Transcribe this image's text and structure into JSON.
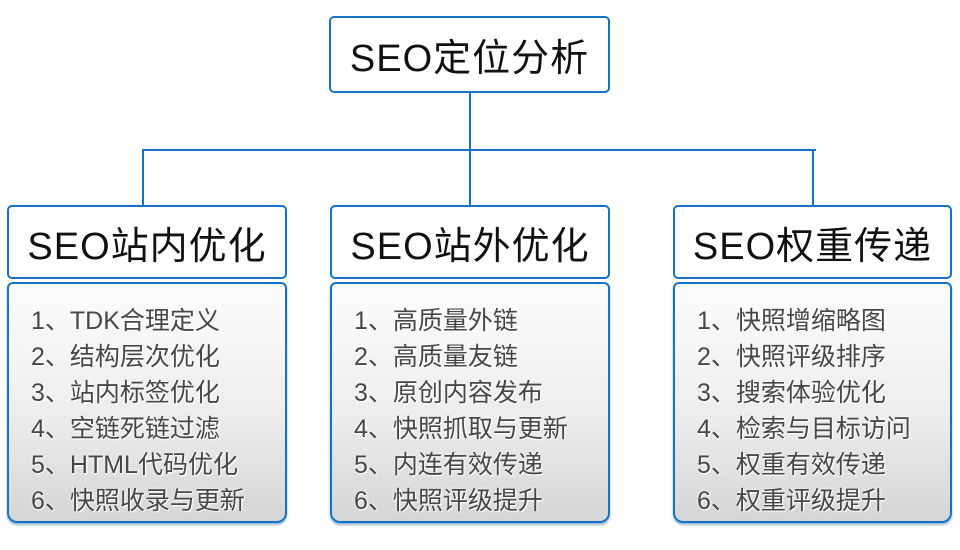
{
  "root": {
    "title": "SEO定位分析"
  },
  "columns": [
    {
      "title": "SEO站内优化",
      "items": [
        "1、TDK合理定义",
        "2、结构层次优化",
        "3、站内标签优化",
        "4、空链死链过滤",
        "5、HTML代码优化",
        "6、快照收录与更新"
      ]
    },
    {
      "title": "SEO站外优化",
      "items": [
        "1、高质量外链",
        "2、高质量友链",
        "3、原创内容发布",
        "4、快照抓取与更新",
        "5、内连有效传递",
        "6、快照评级提升"
      ]
    },
    {
      "title": "SEO权重传递",
      "items": [
        "1、快照增缩略图",
        "2、快照评级排序",
        "3、搜索体验优化",
        "4、检索与目标访问",
        "5、权重有效传递",
        "6、权重评级提升"
      ]
    }
  ],
  "colors": {
    "connector_blue": "#1473c5",
    "header_text": "#111111",
    "item_text": "#474747",
    "body_gradient_top": "#fdfdfd",
    "body_gradient_bottom": "#d5d5d5"
  }
}
